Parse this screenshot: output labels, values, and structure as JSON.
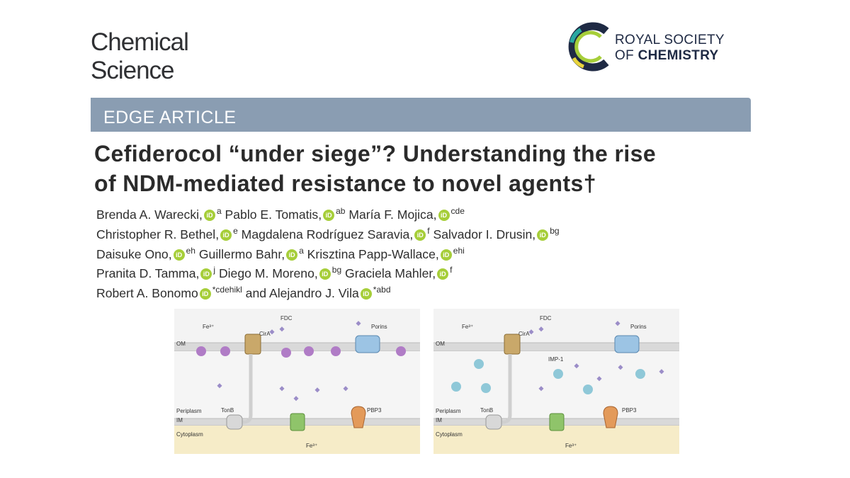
{
  "journal": {
    "line1": "Chemical",
    "line2": "Science"
  },
  "publisher": {
    "line1": "ROYAL SOCIETY",
    "line2_prefix": "OF",
    "line2_bold": "CHEMISTRY"
  },
  "article_type": "EDGE ARTICLE",
  "title": {
    "line1": "Cefiderocol “under siege”? Understanding the rise",
    "line2": "of NDM-mediated resistance to novel agents",
    "dagger": "†"
  },
  "authors": [
    [
      {
        "name": "Brenda A. Warecki,",
        "aff": "a"
      },
      {
        "name": "Pablo E. Tomatis,",
        "aff": "ab"
      },
      {
        "name": "María F. Mojica,",
        "aff": "cde"
      }
    ],
    [
      {
        "name": "Christopher R. Bethel,",
        "aff": "e"
      },
      {
        "name": "Magdalena Rodríguez Saravia,",
        "aff": "f"
      },
      {
        "name": "Salvador I. Drusin,",
        "aff": "bg"
      }
    ],
    [
      {
        "name": "Daisuke Ono,",
        "aff": "eh"
      },
      {
        "name": "Guillermo Bahr,",
        "aff": "a"
      },
      {
        "name": "Krisztina Papp-Wallace,",
        "aff": "ehi"
      }
    ],
    [
      {
        "name": "Pranita D. Tamma,",
        "aff": "j"
      },
      {
        "name": "Diego M. Moreno,",
        "aff": "bg"
      },
      {
        "name": "Graciela Mahler,",
        "aff": "f"
      }
    ],
    [
      {
        "name": "Robert A. Bonomo",
        "aff": "*cdehikl",
        "suffix": " and"
      },
      {
        "name": "Alejandro J. Vila",
        "aff": "*abd"
      }
    ]
  ],
  "orcid_icon": "orcid-icon",
  "figure_left": {
    "labels": {
      "fe": "Fe³⁺",
      "fdc": "FDC",
      "cira": "CirA",
      "porins": "Porins",
      "om": "OM",
      "im": "IM",
      "periplasm": "Periplasm",
      "tonb": "TonB",
      "pbp3": "PBP3",
      "cytoplasm": "Cytoplasm",
      "fe_bottom": "Fe³⁺"
    },
    "enzyme_color": "#b07cc6"
  },
  "figure_right": {
    "labels": {
      "fe": "Fe³⁺",
      "fdc": "FDC",
      "cira": "CirA",
      "porins": "Porins",
      "om": "OM",
      "imp": "IMP-1",
      "im": "IM",
      "periplasm": "Periplasm",
      "tonb": "TonB",
      "pbp3": "PBP3",
      "cytoplasm": "Cytoplasm",
      "fe_bottom": "Fe³⁺"
    },
    "enzyme_color": "#8fc8d8"
  },
  "colors": {
    "band": "#8a9db2",
    "orcid": "#a6ce39",
    "logo_blue": "#1f2a44",
    "logo_green": "#a6ce39",
    "logo_teal": "#2aa7a0"
  }
}
